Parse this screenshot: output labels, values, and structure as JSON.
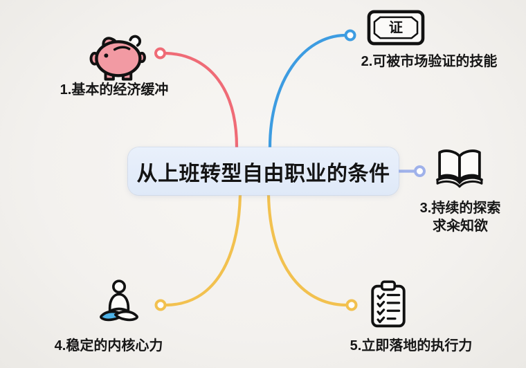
{
  "canvas": {
    "background": "#f3f1ee"
  },
  "center_node": {
    "title": "从上班转型自由职业的条件",
    "bg": "#e3ecfa",
    "text_color": "#141414"
  },
  "branches": [
    {
      "label": "1.基本的经济缓冲",
      "icon": "piggy-bank-icon",
      "color": "#ef6b76",
      "icon_fill": "#f29aa3",
      "outline": "#111111"
    },
    {
      "label": "2.可被市场验证的技能",
      "icon": "certificate-badge-icon",
      "icon_text": "证",
      "color": "#3d9ce1",
      "outline": "#111111"
    },
    {
      "label_line1": "3.持续的探索",
      "label_line2": "求籴知欲",
      "icon": "open-book-icon",
      "color": "#9fb1ea",
      "outline": "#111111"
    },
    {
      "label": "4.稳定的内核心力",
      "icon": "meditating-person-icon",
      "color": "#f2c14f",
      "accent": "#4fb3e8",
      "outline": "#111111"
    },
    {
      "label": "5.立即落地的执行力",
      "icon": "clipboard-checklist-icon",
      "color": "#f2c14f",
      "outline": "#111111"
    }
  ]
}
